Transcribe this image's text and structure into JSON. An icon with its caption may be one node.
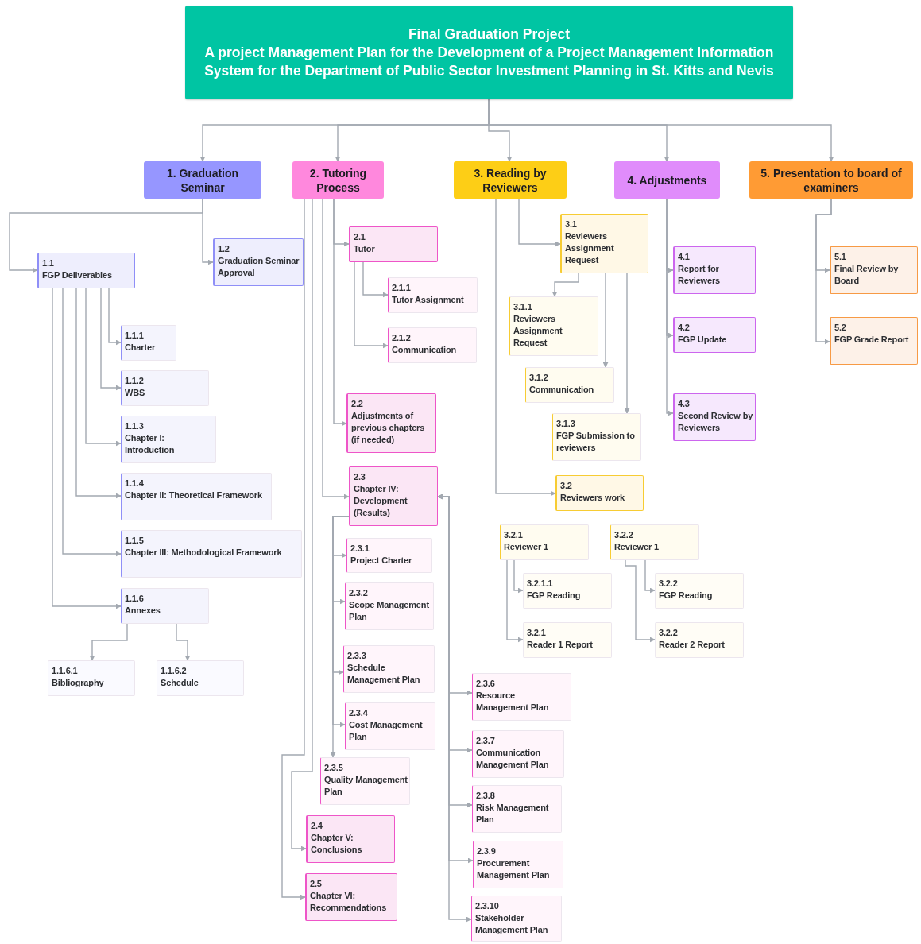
{
  "diagram": {
    "nodes": [
      {
        "text": [
          "Final Graduation Project",
          "A project Management Plan for the Development of a Project Management Information System for the Department of Public Sector Investment Planning in St. Kitts and Nevis"
        ]
      },
      {
        "text": [
          "1. Graduation Seminar"
        ]
      },
      {
        "text": [
          "2. Tutoring Process"
        ]
      },
      {
        "text": [
          "3. Reading by Reviewers"
        ]
      },
      {
        "text": [
          "4. Adjustments"
        ]
      },
      {
        "text": [
          "5. Presentation to board of examiners"
        ]
      },
      {
        "text": [
          "1.1",
          "FGP Deliverables"
        ]
      },
      {
        "text": [
          "1.2",
          "Graduation Seminar Approval"
        ]
      },
      {
        "text": [
          "1.1.1",
          "Charter"
        ]
      },
      {
        "text": [
          "1.1.2",
          "WBS"
        ]
      },
      {
        "text": [
          "1.1.3",
          "Chapter I: Introduction"
        ]
      },
      {
        "text": [
          "1.1.4",
          "Chapter II: Theoretical Framework"
        ]
      },
      {
        "text": [
          "1.1.5",
          "Chapter III: Methodological Framework"
        ]
      },
      {
        "text": [
          "1.1.6",
          "Annexes"
        ]
      },
      {
        "text": [
          "1.1.6.1",
          "Bibliography"
        ]
      },
      {
        "text": [
          "1.1.6.2",
          "Schedule"
        ]
      },
      {
        "text": [
          "2.1",
          "Tutor"
        ]
      },
      {
        "text": [
          "2.1.1",
          "Tutor Assignment"
        ]
      },
      {
        "text": [
          "2.1.2",
          "Communication"
        ]
      },
      {
        "text": [
          "2.2",
          "Adjustments of previous chapters (if needed)"
        ]
      },
      {
        "text": [
          "2.3",
          "Chapter IV: Development (Results)"
        ]
      },
      {
        "text": [
          "2.3.1",
          "Project Charter"
        ]
      },
      {
        "text": [
          "2.3.2",
          "Scope Management Plan"
        ]
      },
      {
        "text": [
          "2.3.3",
          "Schedule Management Plan"
        ]
      },
      {
        "text": [
          "2.3.4",
          "Cost Management Plan"
        ]
      },
      {
        "text": [
          "2.3.5",
          "Quality Management Plan"
        ]
      },
      {
        "text": [
          "2.4",
          "Chapter V: Conclusions"
        ]
      },
      {
        "text": [
          "2.5",
          "Chapter VI: Recommendations"
        ]
      },
      {
        "text": [
          "2.3.6",
          "Resource Management Plan"
        ]
      },
      {
        "text": [
          "2.3.7",
          "Communication Management Plan"
        ]
      },
      {
        "text": [
          "2.3.8",
          "Risk Management Plan"
        ]
      },
      {
        "text": [
          "2.3.9",
          "Procurement Management Plan"
        ]
      },
      {
        "text": [
          "2.3.10",
          "Stakeholder Management Plan"
        ]
      },
      {
        "text": [
          "3.1",
          "Reviewers Assignment Request"
        ]
      },
      {
        "text": [
          "3.1.1",
          "Reviewers Assignment Request"
        ]
      },
      {
        "text": [
          "3.1.2",
          "Communication"
        ]
      },
      {
        "text": [
          "3.1.3",
          "FGP Submission to reviewers"
        ]
      },
      {
        "text": [
          "3.2",
          "Reviewers work"
        ]
      },
      {
        "text": [
          "3.2.1",
          "Reviewer 1"
        ]
      },
      {
        "text": [
          "3.2.2",
          "Reviewer 1"
        ]
      },
      {
        "text": [
          "3.2.1.1",
          "FGP Reading"
        ]
      },
      {
        "text": [
          "3.2.1",
          "Reader 1 Report"
        ]
      },
      {
        "text": [
          "3.2.2",
          "FGP Reading"
        ]
      },
      {
        "text": [
          "3.2.2",
          "Reader 2 Report"
        ]
      },
      {
        "text": [
          "4.1",
          "Report for Reviewers"
        ]
      },
      {
        "text": [
          "4.2",
          "FGP Update"
        ]
      },
      {
        "text": [
          "4.3",
          "Second Review by Reviewers"
        ]
      },
      {
        "text": [
          "5.1",
          "Final Review by Board"
        ]
      },
      {
        "text": [
          "5.2",
          "FGP Grade Report"
        ]
      }
    ],
    "edges": [
      {
        "from": 0,
        "to": 1,
        "arrow": "to"
      },
      {
        "from": 0,
        "to": 2,
        "arrow": "to"
      },
      {
        "from": 0,
        "to": 3,
        "arrow": "to"
      },
      {
        "from": 0,
        "to": 4,
        "arrow": "to"
      },
      {
        "from": 0,
        "to": 5,
        "arrow": "to"
      },
      {
        "from": 1,
        "to": 6,
        "arrow": "to"
      },
      {
        "from": 1,
        "to": 7,
        "arrow": "to"
      },
      {
        "from": 6,
        "to": 8,
        "arrow": "to"
      },
      {
        "from": 6,
        "to": 9,
        "arrow": "to"
      },
      {
        "from": 6,
        "to": 10,
        "arrow": "to"
      },
      {
        "from": 6,
        "to": 11,
        "arrow": "to"
      },
      {
        "from": 6,
        "to": 12,
        "arrow": "to"
      },
      {
        "from": 6,
        "to": 13,
        "arrow": "to"
      },
      {
        "from": 13,
        "to": 14,
        "arrow": "to"
      },
      {
        "from": 13,
        "to": 15,
        "arrow": "to"
      },
      {
        "from": 2,
        "to": 16,
        "arrow": "to"
      },
      {
        "from": 2,
        "to": 19,
        "arrow": "to"
      },
      {
        "from": 2,
        "to": 20,
        "arrow": "to"
      },
      {
        "from": 2,
        "to": 26,
        "arrow": "to"
      },
      {
        "from": 2,
        "to": 27,
        "arrow": "to"
      },
      {
        "from": 16,
        "to": 17,
        "arrow": "to"
      },
      {
        "from": 16,
        "to": 18,
        "arrow": "to"
      },
      {
        "from": 20,
        "to": 21,
        "arrow": "to"
      },
      {
        "from": 20,
        "to": 22,
        "arrow": "to"
      },
      {
        "from": 20,
        "to": 23,
        "arrow": "to"
      },
      {
        "from": 20,
        "to": 24,
        "arrow": "to"
      },
      {
        "from": 20,
        "to": 25,
        "arrow": "to"
      },
      {
        "from": 20,
        "to": 28,
        "arrow": "both"
      },
      {
        "from": 20,
        "to": 29,
        "arrow": "both"
      },
      {
        "from": 20,
        "to": 30,
        "arrow": "both"
      },
      {
        "from": 20,
        "to": 31,
        "arrow": "both"
      },
      {
        "from": 20,
        "to": 32,
        "arrow": "both"
      },
      {
        "from": 3,
        "to": 33,
        "arrow": "to"
      },
      {
        "from": 3,
        "to": 37,
        "arrow": "to"
      },
      {
        "from": 33,
        "to": 34,
        "arrow": "to"
      },
      {
        "from": 33,
        "to": 35,
        "arrow": "to"
      },
      {
        "from": 33,
        "to": 36,
        "arrow": "to"
      },
      {
        "from": 38,
        "to": 40,
        "arrow": "to"
      },
      {
        "from": 38,
        "to": 41,
        "arrow": "to"
      },
      {
        "from": 39,
        "to": 42,
        "arrow": "to"
      },
      {
        "from": 39,
        "to": 43,
        "arrow": "to"
      },
      {
        "from": 4,
        "to": 44,
        "arrow": "to"
      },
      {
        "from": 4,
        "to": 45,
        "arrow": "to"
      },
      {
        "from": 4,
        "to": 46,
        "arrow": "to"
      },
      {
        "from": 5,
        "to": 47,
        "arrow": "to"
      },
      {
        "from": 5,
        "to": 48,
        "arrow": "to"
      }
    ]
  }
}
